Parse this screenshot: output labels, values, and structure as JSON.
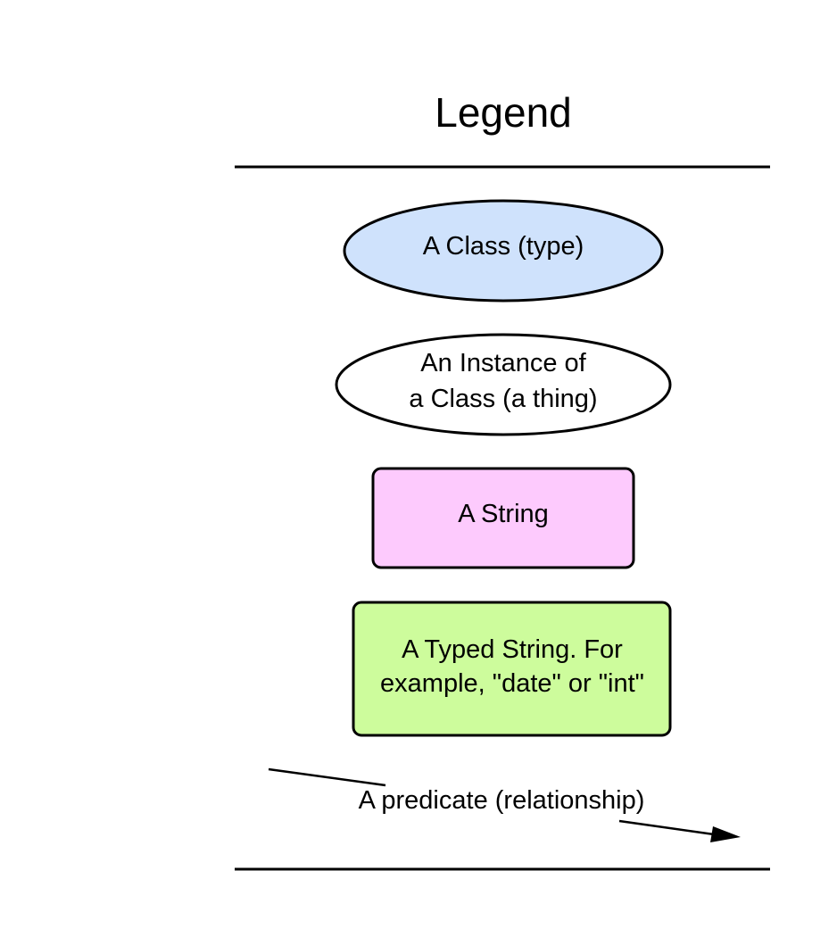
{
  "legend": {
    "title": "Legend",
    "items": [
      {
        "kind": "class",
        "shape": "ellipse",
        "fill": "#cfe2fc",
        "lines": [
          "A Class (type)"
        ]
      },
      {
        "kind": "instance",
        "shape": "ellipse",
        "fill": "#ffffff",
        "lines": [
          "An Instance of",
          "a Class (a thing)"
        ]
      },
      {
        "kind": "string",
        "shape": "rounded-rectangle",
        "fill": "#fdcafd",
        "lines": [
          "A String"
        ]
      },
      {
        "kind": "typed-string",
        "shape": "rounded-rectangle",
        "fill": "#cdfc9c",
        "lines": [
          "A Typed String. For",
          "example, \"date\" or \"int\""
        ]
      },
      {
        "kind": "predicate",
        "shape": "arrow",
        "lines": [
          "A predicate (relationship)"
        ]
      }
    ]
  },
  "colors": {
    "stroke": "#000000",
    "background": "#ffffff"
  }
}
